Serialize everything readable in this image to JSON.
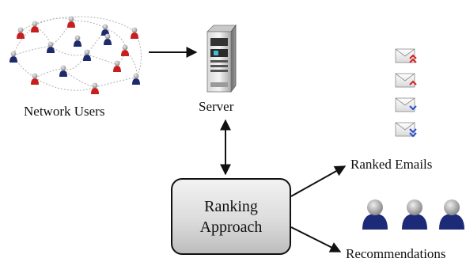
{
  "labels": {
    "network_users": "Network Users",
    "server": "Server",
    "ranked_emails": "Ranked Emails",
    "recommendations": "Recommendations",
    "ranking_line1": "Ranking",
    "ranking_line2": "Approach"
  },
  "colors": {
    "user_red": "#c81e1e",
    "user_blue": "#1e2a6e",
    "recommendation_user": "#1c2a78",
    "user_head": "#9a9a9a",
    "arrow": "#111111",
    "network_link": "#b0b0b0",
    "email_red_mark": "#d62020",
    "email_blue_mark": "#2a4fd0"
  },
  "icons": {
    "network": "network-users-icon",
    "server": "server-tower-icon",
    "email": "email-envelope-icon",
    "recommendation_user": "user-person-icon"
  },
  "emails": [
    {
      "priority_mark": "double-up",
      "color": "#d62020"
    },
    {
      "priority_mark": "up",
      "color": "#d62020"
    },
    {
      "priority_mark": "down",
      "color": "#2a4fd0"
    },
    {
      "priority_mark": "double-down",
      "color": "#2a4fd0"
    }
  ],
  "network_user_colors": [
    "red",
    "red",
    "blue",
    "red",
    "blue",
    "red",
    "blue",
    "blue",
    "red",
    "red",
    "blue",
    "red",
    "blue",
    "red",
    "blue",
    "blue"
  ]
}
